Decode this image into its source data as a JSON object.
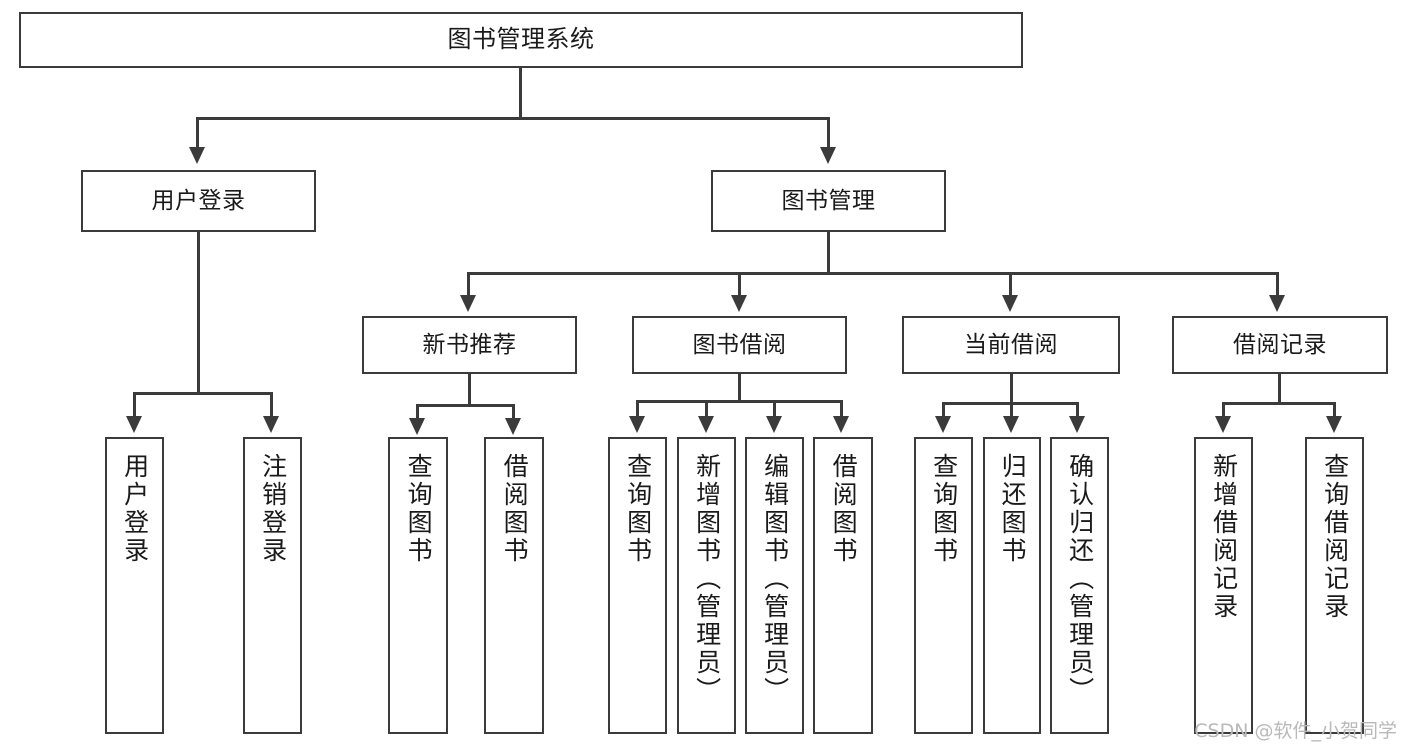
{
  "diagram": {
    "title": "图书管理系统",
    "type": "tree",
    "root": {
      "id": "root",
      "label": "图书管理系统"
    },
    "level1": [
      {
        "id": "user-login",
        "label": "用户登录"
      },
      {
        "id": "book-manage",
        "label": "图书管理"
      }
    ],
    "level2": [
      {
        "id": "new-book-rec",
        "label": "新书推荐",
        "parent": "book-manage"
      },
      {
        "id": "book-borrow",
        "label": "图书借阅",
        "parent": "book-manage"
      },
      {
        "id": "current-borrow",
        "label": "当前借阅",
        "parent": "book-manage"
      },
      {
        "id": "borrow-record",
        "label": "借阅记录",
        "parent": "book-manage"
      }
    ],
    "leaves": [
      {
        "id": "leaf-user-login",
        "label": "用户登录",
        "parent": "user-login"
      },
      {
        "id": "leaf-user-logout",
        "label": "注销登录",
        "parent": "user-login"
      },
      {
        "id": "leaf-query-book-rec",
        "label": "查询图书",
        "parent": "new-book-rec"
      },
      {
        "id": "leaf-borrow-book-rec",
        "label": "借阅图书",
        "parent": "new-book-rec"
      },
      {
        "id": "leaf-query-book-bb",
        "label": "查询图书",
        "parent": "book-borrow"
      },
      {
        "id": "leaf-add-book",
        "label": "新增图书（管理员）",
        "parent": "book-borrow"
      },
      {
        "id": "leaf-edit-book",
        "label": "编辑图书（管理员）",
        "parent": "book-borrow"
      },
      {
        "id": "leaf-borrow-book-bb",
        "label": "借阅图书",
        "parent": "book-borrow"
      },
      {
        "id": "leaf-query-book-cb",
        "label": "查询图书",
        "parent": "current-borrow"
      },
      {
        "id": "leaf-return-book",
        "label": "归还图书",
        "parent": "current-borrow"
      },
      {
        "id": "leaf-confirm-return",
        "label": "确认归还（管理员）",
        "parent": "current-borrow"
      },
      {
        "id": "leaf-add-record",
        "label": "新增借阅记录",
        "parent": "borrow-record"
      },
      {
        "id": "leaf-query-record",
        "label": "查询借阅记录",
        "parent": "borrow-record"
      }
    ]
  },
  "watermark": {
    "text": "CSDN @软件_小贺同学"
  },
  "colors": {
    "stroke": "#3b3b3b",
    "background": "#ffffff",
    "text": "#1a1a1a",
    "watermark": "#b9b9b9"
  }
}
